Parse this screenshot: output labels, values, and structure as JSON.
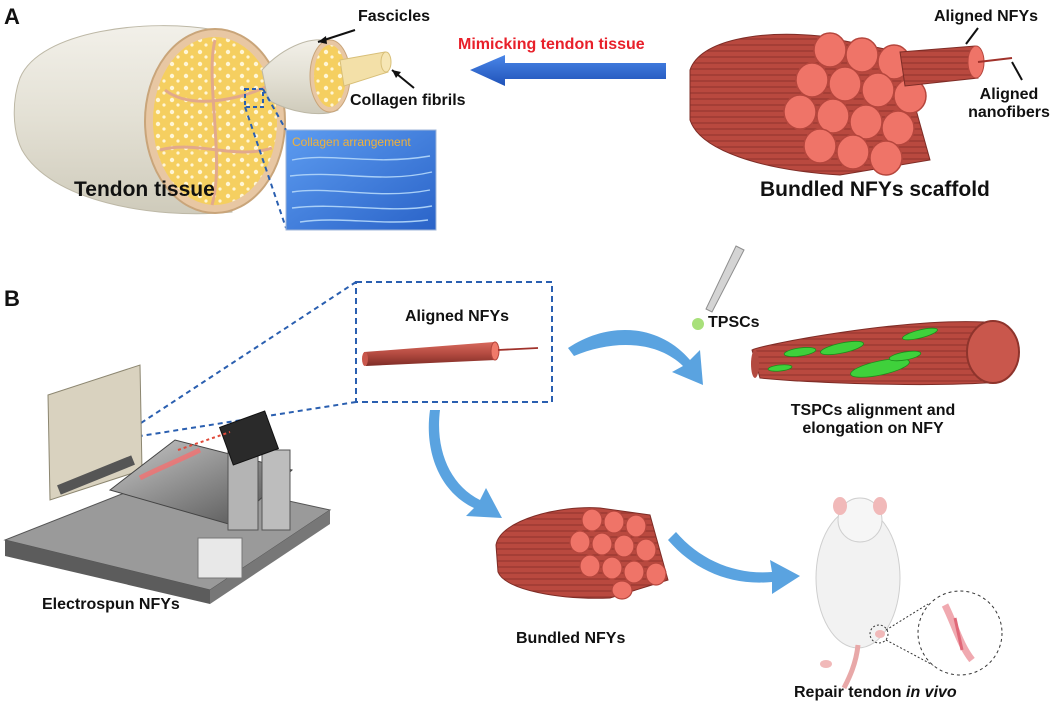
{
  "panels": {
    "a": "A",
    "b": "B"
  },
  "panel_a": {
    "fascicles": "Fascicles",
    "collagen_fibrils": "Collagen fibrils",
    "collagen_arrangement": "Collagen arrangement",
    "tendon_tissue": "Tendon tissue",
    "mimicking": "Mimicking tendon tissue",
    "aligned_nfys": "Aligned NFYs",
    "aligned_nanofibers_1": "Aligned",
    "aligned_nanofibers_2": "nanofibers",
    "bundled_scaffold": "Bundled NFYs scaffold"
  },
  "panel_b": {
    "aligned_nfys": "Aligned NFYs",
    "tpscs": "TPSCs",
    "tspcs_1": "TSPCs alignment and",
    "tspcs_2": "elongation on NFY",
    "electrospun": "Electrospun NFYs",
    "bundled": "Bundled NFYs",
    "repair_prefix": "Repair tendon ",
    "repair_italic": "in vivo"
  },
  "colors": {
    "fiber": "#c9574c",
    "fiber_end": "#f07a6a",
    "arrow_blue": "#2f6fd6",
    "curve_arrow": "#5aa3e0",
    "cell_green": "#3fd13b",
    "collagen_blue": "#3a7fd8",
    "title_red": "#e8202a"
  }
}
